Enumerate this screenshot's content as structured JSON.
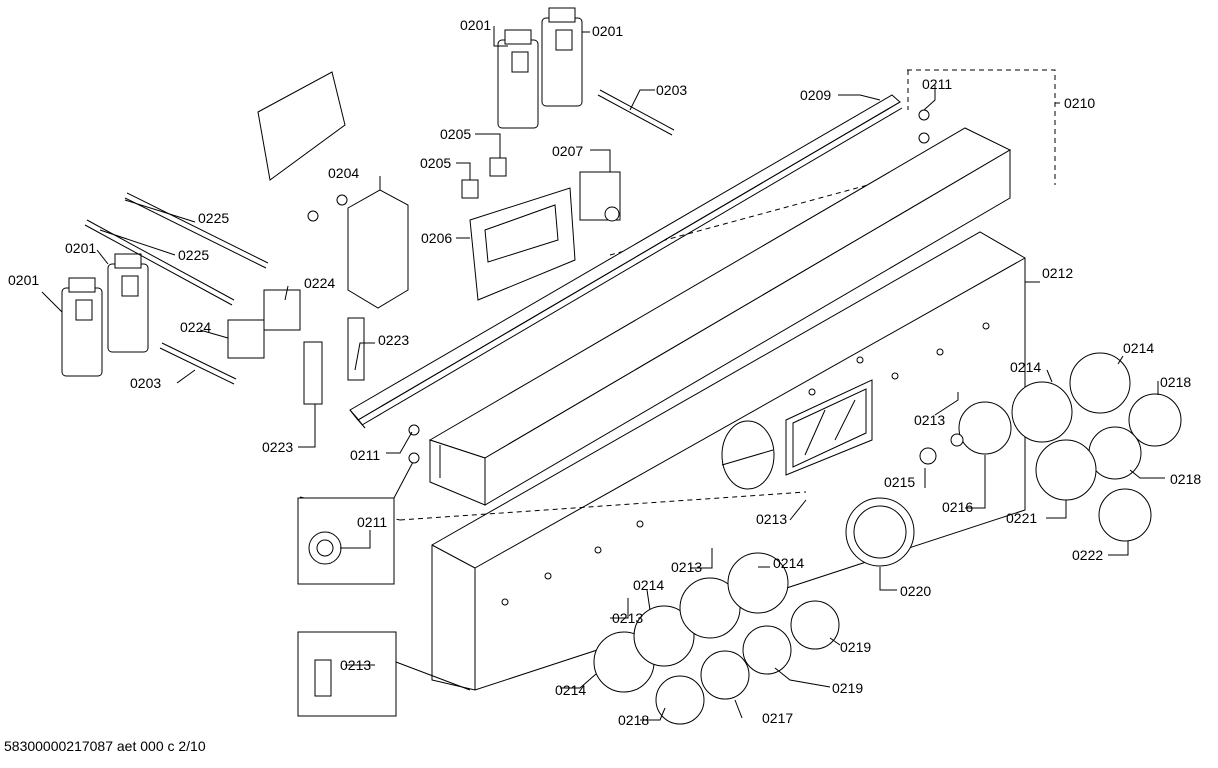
{
  "footer_text": "58300000217087 aet 000 c 2/10",
  "labels": {
    "c0201a": "0201",
    "c0201b": "0201",
    "c0201c": "0201",
    "c0201d": "0201",
    "c0203a": "0203",
    "c0203b": "0203",
    "c0204": "0204",
    "c0205a": "0205",
    "c0205b": "0205",
    "c0206": "0206",
    "c0207": "0207",
    "c0209": "0209",
    "c0210": "0210",
    "c0211a": "0211",
    "c0211b": "0211",
    "c0211c": "0211",
    "c0212": "0212",
    "c0213a": "0213",
    "c0213b": "0213",
    "c0213c": "0213",
    "c0213d": "0213",
    "c0213e": "0213",
    "c0214a": "0214",
    "c0214b": "0214",
    "c0214c": "0214",
    "c0214d": "0214",
    "c0214e": "0214",
    "c0215": "0215",
    "c0216": "0216",
    "c0217": "0217",
    "c0218a": "0218",
    "c0218b": "0218",
    "c0218c": "0218",
    "c0219a": "0219",
    "c0219b": "0219",
    "c0220": "0220",
    "c0221": "0221",
    "c0222": "0222",
    "c0223a": "0223",
    "c0223b": "0223",
    "c0224a": "0224",
    "c0224b": "0224",
    "c0225a": "0225",
    "c0225b": "0225"
  }
}
